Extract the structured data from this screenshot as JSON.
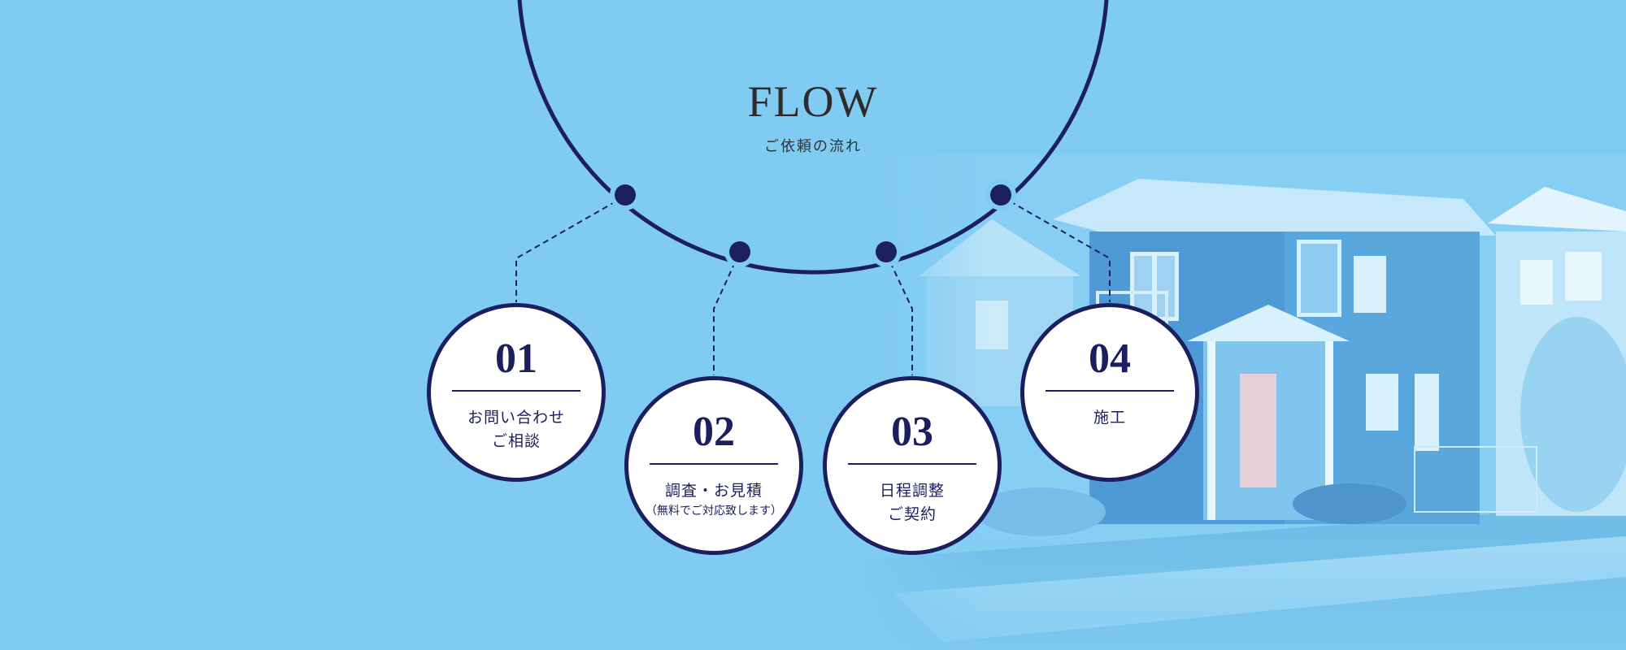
{
  "section": {
    "title": "FLOW",
    "subtitle": "ご依頼の流れ"
  },
  "steps": [
    {
      "number": "01",
      "line1": "お問い合わせ",
      "line2": "ご相談"
    },
    {
      "number": "02",
      "line1": "調査・お見積",
      "line2": "（無料でご対応致します）"
    },
    {
      "number": "03",
      "line1": "日程調整",
      "line2": "ご契約"
    },
    {
      "number": "04",
      "line1": "施工",
      "line2": ""
    }
  ],
  "colors": {
    "background": "#7fcbf1",
    "navy": "#1b1f5e",
    "circle_fill": "#ffffff"
  }
}
